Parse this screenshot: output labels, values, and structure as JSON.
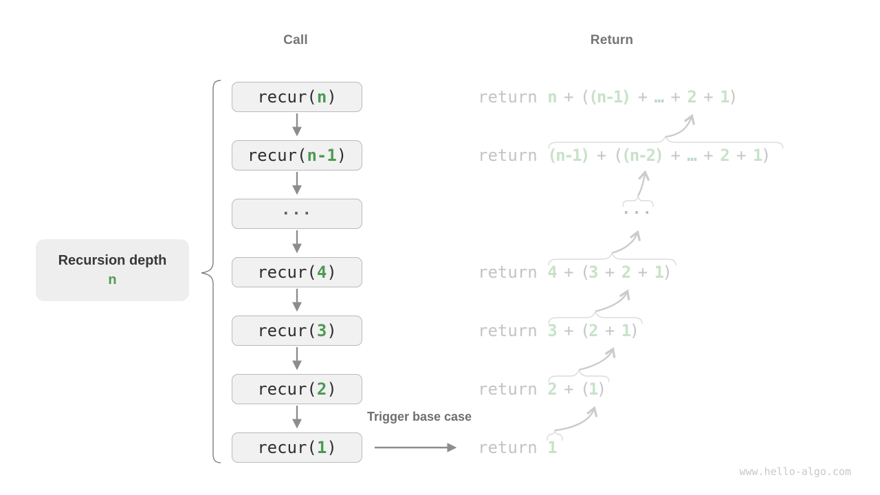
{
  "headers": {
    "call": "Call",
    "return": "Return"
  },
  "side_label": {
    "line1": "Recursion depth",
    "line2": "n"
  },
  "trigger_label": "Trigger base case",
  "watermark": "www.hello-algo.com",
  "call_boxes": [
    {
      "tokens": [
        {
          "t": "recur(",
          "c": "code"
        },
        {
          "t": "n",
          "c": "green"
        },
        {
          "t": ")",
          "c": "code"
        }
      ]
    },
    {
      "tokens": [
        {
          "t": "recur(",
          "c": "code"
        },
        {
          "t": "n-1",
          "c": "green"
        },
        {
          "t": ")",
          "c": "code"
        }
      ]
    },
    {
      "dots": "···"
    },
    {
      "tokens": [
        {
          "t": "recur(",
          "c": "code"
        },
        {
          "t": "4",
          "c": "green"
        },
        {
          "t": ")",
          "c": "code"
        }
      ]
    },
    {
      "tokens": [
        {
          "t": "recur(",
          "c": "code"
        },
        {
          "t": "3",
          "c": "green"
        },
        {
          "t": ")",
          "c": "code"
        }
      ]
    },
    {
      "tokens": [
        {
          "t": "recur(",
          "c": "code"
        },
        {
          "t": "2",
          "c": "green"
        },
        {
          "t": ")",
          "c": "code"
        }
      ]
    },
    {
      "tokens": [
        {
          "t": "recur(",
          "c": "code"
        },
        {
          "t": "1",
          "c": "green"
        },
        {
          "t": ")",
          "c": "code"
        }
      ]
    }
  ],
  "return_rows": [
    {
      "keyword": "return",
      "expr": [
        {
          "t": "n",
          "c": "g"
        },
        {
          "t": " + ",
          "c": "op"
        },
        {
          "t": "(",
          "c": "op"
        },
        {
          "t": "(n-1)",
          "c": "g"
        },
        {
          "t": " + ",
          "c": "op"
        },
        {
          "t": "…",
          "c": "e"
        },
        {
          "t": " + ",
          "c": "op"
        },
        {
          "t": "2",
          "c": "g"
        },
        {
          "t": " + ",
          "c": "op"
        },
        {
          "t": "1",
          "c": "g"
        },
        {
          "t": ")",
          "c": "op"
        }
      ]
    },
    {
      "keyword": "return",
      "expr": [
        {
          "t": "(n-1)",
          "c": "g"
        },
        {
          "t": " + ",
          "c": "op"
        },
        {
          "t": "(",
          "c": "op"
        },
        {
          "t": "(n-2)",
          "c": "g"
        },
        {
          "t": " + ",
          "c": "op"
        },
        {
          "t": "…",
          "c": "e"
        },
        {
          "t": " + ",
          "c": "op"
        },
        {
          "t": "2",
          "c": "g"
        },
        {
          "t": " + ",
          "c": "op"
        },
        {
          "t": "1",
          "c": "g"
        },
        {
          "t": ")",
          "c": "op"
        }
      ]
    },
    {
      "dots": "···"
    },
    {
      "keyword": "return",
      "expr": [
        {
          "t": "4",
          "c": "g"
        },
        {
          "t": " + ",
          "c": "op"
        },
        {
          "t": "(",
          "c": "op"
        },
        {
          "t": "3",
          "c": "g"
        },
        {
          "t": " + ",
          "c": "op"
        },
        {
          "t": "2",
          "c": "g"
        },
        {
          "t": " + ",
          "c": "op"
        },
        {
          "t": "1",
          "c": "g"
        },
        {
          "t": ")",
          "c": "op"
        }
      ]
    },
    {
      "keyword": "return",
      "expr": [
        {
          "t": "3",
          "c": "g"
        },
        {
          "t": " + ",
          "c": "op"
        },
        {
          "t": "(",
          "c": "op"
        },
        {
          "t": "2",
          "c": "g"
        },
        {
          "t": " + ",
          "c": "op"
        },
        {
          "t": "1",
          "c": "g"
        },
        {
          "t": ")",
          "c": "op"
        }
      ]
    },
    {
      "keyword": "return",
      "expr": [
        {
          "t": "2",
          "c": "g"
        },
        {
          "t": " + ",
          "c": "op"
        },
        {
          "t": "(",
          "c": "op"
        },
        {
          "t": "1",
          "c": "g"
        },
        {
          "t": ")",
          "c": "op"
        }
      ]
    },
    {
      "keyword": "return",
      "expr": [
        {
          "t": "1",
          "c": "g"
        }
      ]
    }
  ],
  "colors": {
    "green": "#4d9a51",
    "light_green": "#c8e2c9",
    "ellipsis_teal": "#b7d6d4",
    "code_text": "#2e2e2e",
    "header_gray": "#757575",
    "return_gray": "#c4c4c4",
    "arrow_dark": "#8c8c8c",
    "arrow_light": "#cbcbcb",
    "brace_light": "#dcdcdc",
    "brace_dark": "#7d7d7d",
    "box_fill": "#f1f1f2",
    "box_border": "#b9b9b9",
    "watermark_gray": "#c8c8c8"
  }
}
